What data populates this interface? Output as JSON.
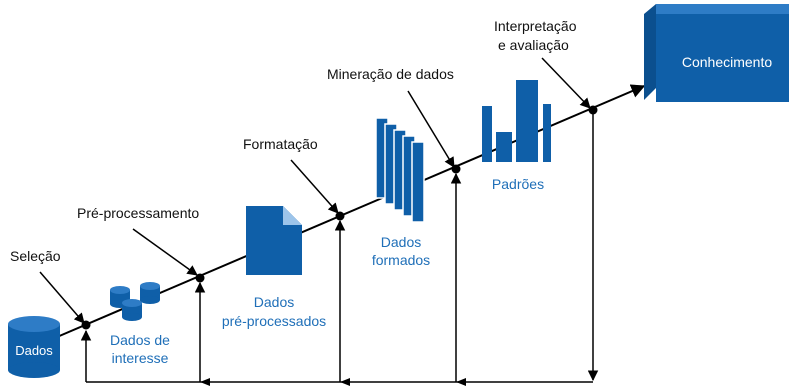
{
  "colors": {
    "primary_blue": "#0f5fa8",
    "light_blue": "#1f6fb8",
    "dark_blue": "#0b4f8e",
    "line": "#000000"
  },
  "steps": {
    "selecao": "Seleção",
    "pre_processamento": "Pré-processamento",
    "formatacao": "Formatação",
    "mineracao": "Mineração de dados",
    "interpretacao_l1": "Interpretação",
    "interpretacao_l2": "e avaliação"
  },
  "artifacts": {
    "dados": "Dados",
    "interesse_l1": "Dados de",
    "interesse_l2": "interesse",
    "preproc_l1": "Dados",
    "preproc_l2": "pré-processados",
    "formados_l1": "Dados",
    "formados_l2": "formados",
    "padroes": "Padrões",
    "conhecimento": "Conhecimento"
  }
}
